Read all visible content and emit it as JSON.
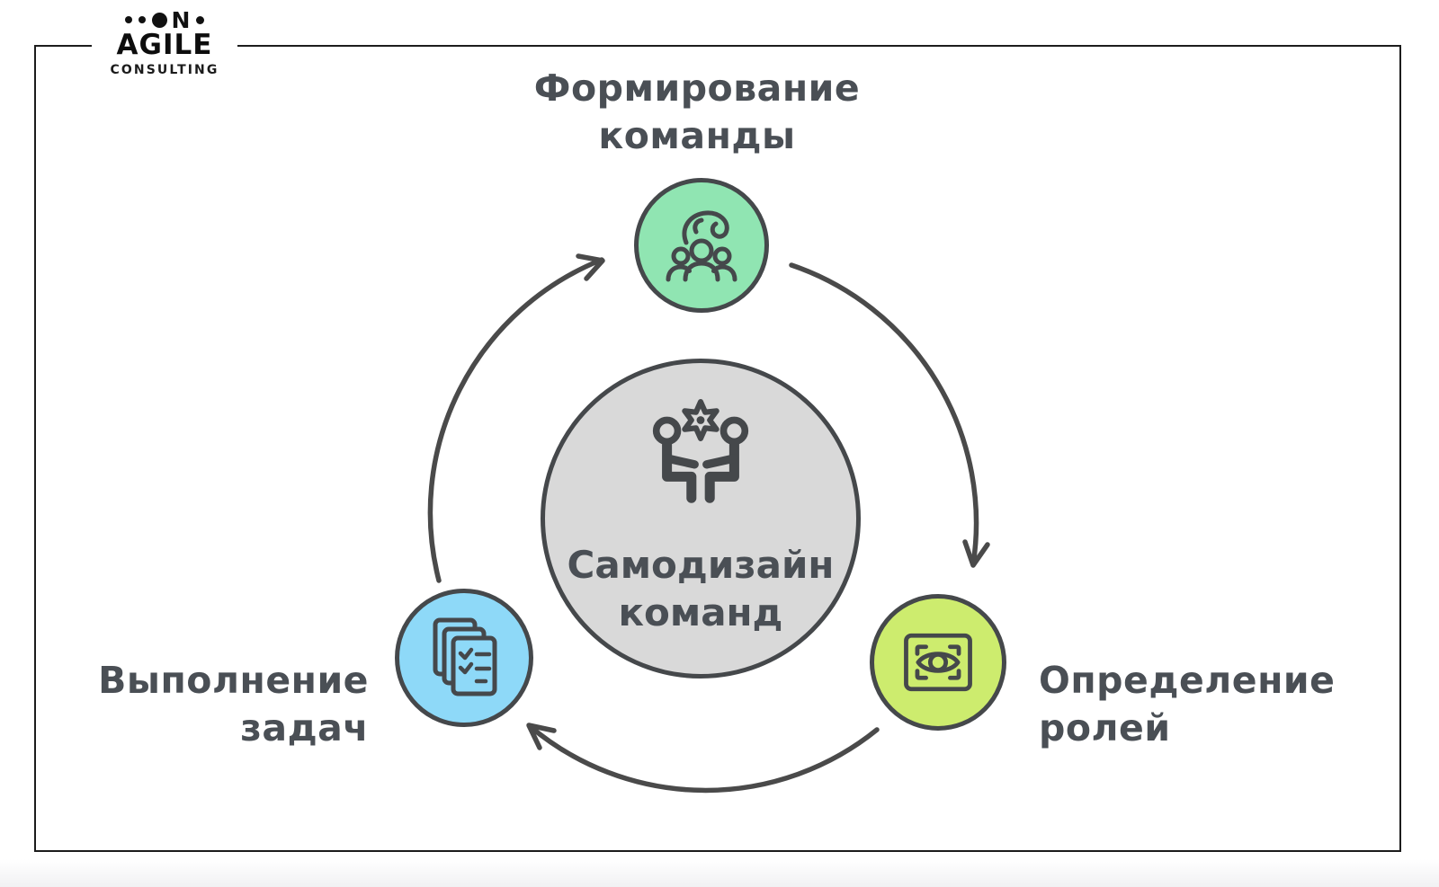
{
  "logo": {
    "mark": "N",
    "name": "AGILE",
    "sub": "CONSULTING"
  },
  "center": {
    "label": "Самодизайн\nкоманд",
    "icon": "two-people-gear-icon"
  },
  "nodes": [
    {
      "id": "formation",
      "label": "Формирование\nкоманды",
      "icon": "hand-gathering-people-icon"
    },
    {
      "id": "roles",
      "label": "Определение\nролей",
      "icon": "eye-focus-frame-icon"
    },
    {
      "id": "tasks",
      "label": "Выполнение\nзадач",
      "icon": "checklist-documents-icon"
    }
  ],
  "colors": {
    "formation": "#90E5B2",
    "roles": "#CDEC6E",
    "tasks": "#8ED9F8",
    "center_fill": "#D9D9D9",
    "stroke": "#45484B",
    "text": "#4A4F55",
    "frame": "#1C1C1C"
  }
}
